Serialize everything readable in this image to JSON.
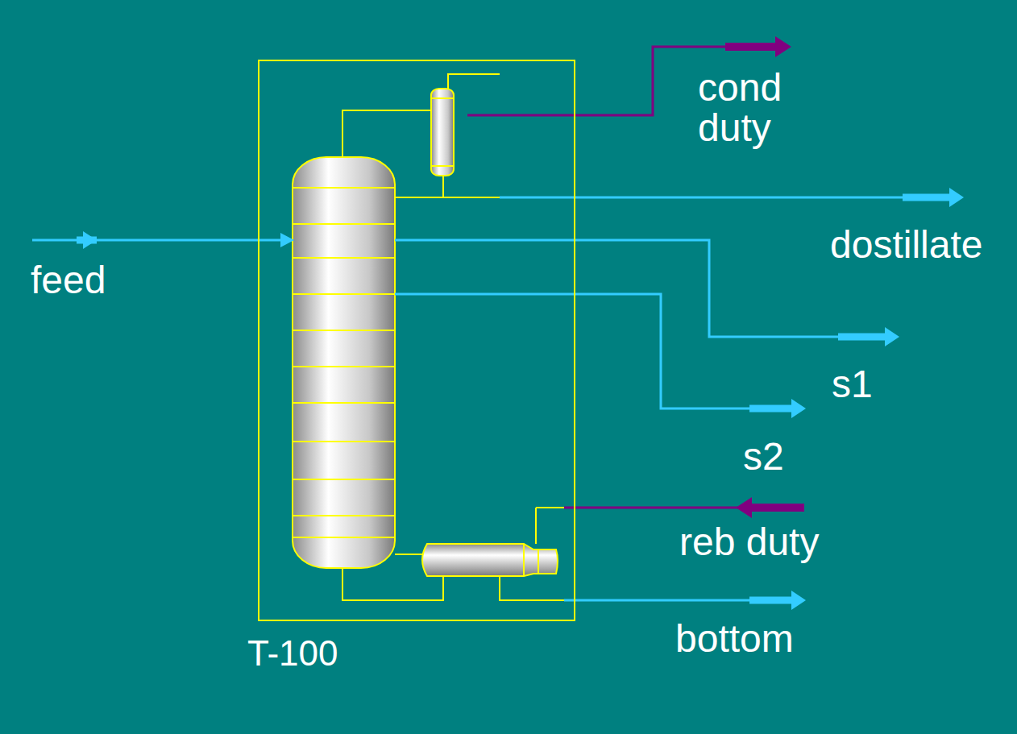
{
  "diagram": {
    "nodes": [
      {
        "text": [
          "T-100"
        ]
      }
    ],
    "labels": [
      "cond duty",
      "dostillate",
      "feed",
      "s1",
      "s2",
      "reb duty",
      "bottom"
    ]
  }
}
